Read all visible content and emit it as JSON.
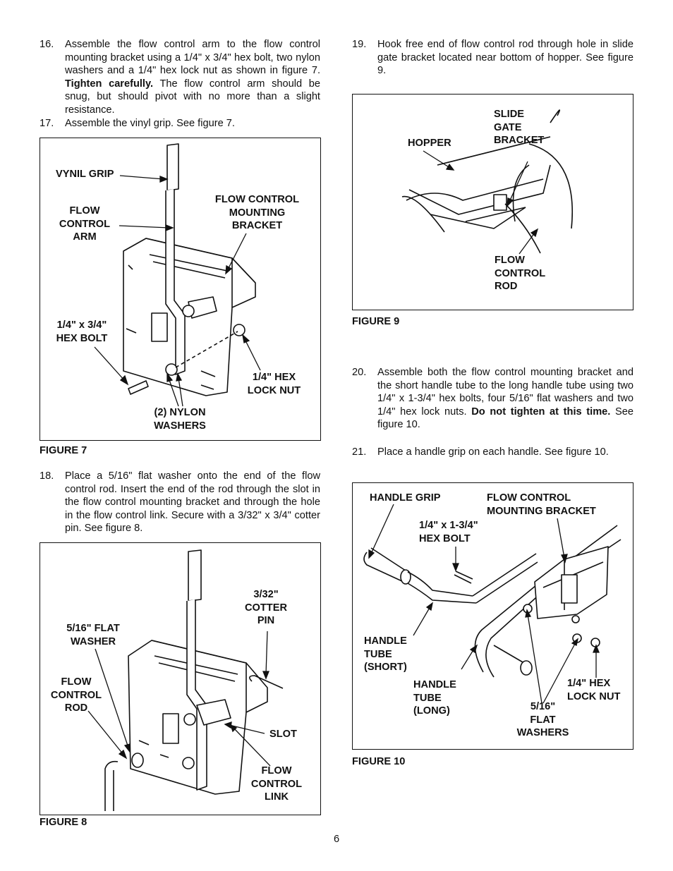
{
  "steps": {
    "s16": {
      "num": "16.",
      "a": "Assemble the flow control arm to the flow control mounting bracket using a 1/4\" x 3/4\" hex bolt, two nylon washers and a 1/4\" hex lock nut as shown in figure 7. ",
      "b": "Tighten carefully.",
      "c": " The flow control arm should be snug, but should pivot with no more than a slight resistance."
    },
    "s17": {
      "num": "17.",
      "a": "Assemble the vinyl grip. See figure 7."
    },
    "s18": {
      "num": "18.",
      "a": "Place a 5/16\" flat washer onto the end of the flow control rod. Insert the end of the rod through the slot in the flow control mounting bracket and through the hole in the flow control link. Secure with a 3/32\" x 3/4\" cotter pin. See figure 8."
    },
    "s19": {
      "num": "19.",
      "a": "Hook free end of flow control rod through hole in slide gate bracket located near bottom of hopper. See figure 9."
    },
    "s20": {
      "num": "20.",
      "a": "Assemble both the flow control mounting bracket and the short handle tube to the long handle tube using two 1/4\" x 1-3/4\" hex bolts, four 5/16\" flat washers and two 1/4\" hex lock nuts. ",
      "b": "Do not tighten at this time.",
      "c": " See figure 10."
    },
    "s21": {
      "num": "21.",
      "a": "Place a handle grip on each handle. See figure 10."
    }
  },
  "fig7": {
    "caption": "FIGURE 7",
    "vynil_grip": "VYNIL GRIP",
    "flow_control_arm": "FLOW\nCONTROL\nARM",
    "mounting_bracket": "FLOW CONTROL\nMOUNTING\nBRACKET",
    "hex_bolt": "1/4\" x 3/4\"\nHEX BOLT",
    "lock_nut": "1/4\" HEX\nLOCK NUT",
    "nylon_washers": "(2) NYLON\nWASHERS"
  },
  "fig8": {
    "caption": "FIGURE 8",
    "cotter_pin": "3/32\"\nCOTTER\nPIN",
    "flat_washer": "5/16\" FLAT\nWASHER",
    "flow_control_rod": "FLOW\nCONTROL\nROD",
    "slot": "SLOT",
    "flow_control_link": "FLOW\nCONTROL\nLINK"
  },
  "fig9": {
    "caption": "FIGURE 9",
    "hopper": "HOPPER",
    "slide_gate_bracket": "SLIDE\nGATE\nBRACKET",
    "flow_control_rod": "FLOW\nCONTROL\nROD"
  },
  "fig10": {
    "caption": "FIGURE 10",
    "handle_grip": "HANDLE GRIP",
    "mounting_bracket": "FLOW CONTROL\nMOUNTING BRACKET",
    "hex_bolt": "1/4\" x 1-3/4\"\nHEX BOLT",
    "tube_short": "HANDLE\nTUBE\n(SHORT)",
    "tube_long": "HANDLE\nTUBE\n(LONG)",
    "flat_washers": "5/16\"\nFLAT\nWASHERS",
    "lock_nut": "1/4\" HEX\nLOCK NUT"
  },
  "page_number": "6"
}
